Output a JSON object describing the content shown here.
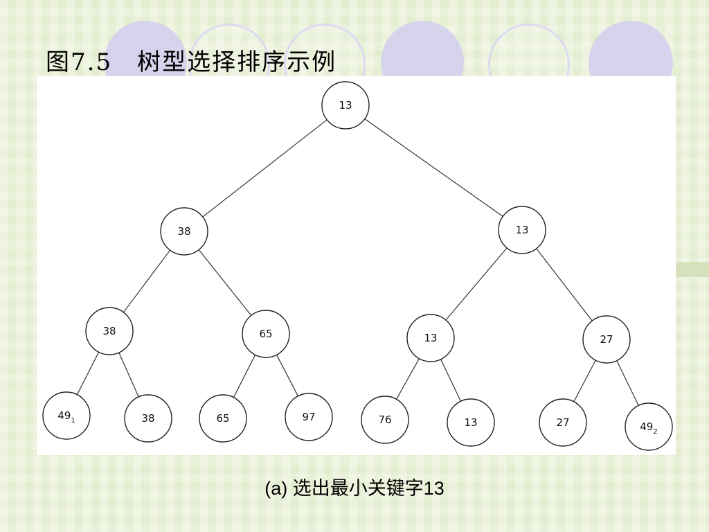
{
  "slide": {
    "title": "图7.5　树型选择排序示例",
    "caption": "(a) 选出最小关键字13"
  },
  "tree": {
    "nodes": [
      {
        "label": "13",
        "sub": ""
      },
      {
        "label": "38",
        "sub": ""
      },
      {
        "label": "13",
        "sub": ""
      },
      {
        "label": "38",
        "sub": ""
      },
      {
        "label": "65",
        "sub": ""
      },
      {
        "label": "13",
        "sub": ""
      },
      {
        "label": "27",
        "sub": ""
      },
      {
        "label": "49",
        "sub": "1"
      },
      {
        "label": "38",
        "sub": ""
      },
      {
        "label": "65",
        "sub": ""
      },
      {
        "label": "97",
        "sub": ""
      },
      {
        "label": "76",
        "sub": ""
      },
      {
        "label": "13",
        "sub": ""
      },
      {
        "label": "27",
        "sub": ""
      },
      {
        "label": "49",
        "sub": "2"
      }
    ]
  },
  "colors": {
    "background": "#e4edd0",
    "decor_circle": "#d6d4ec",
    "panel": "#ffffff",
    "node_stroke": "#222222"
  }
}
